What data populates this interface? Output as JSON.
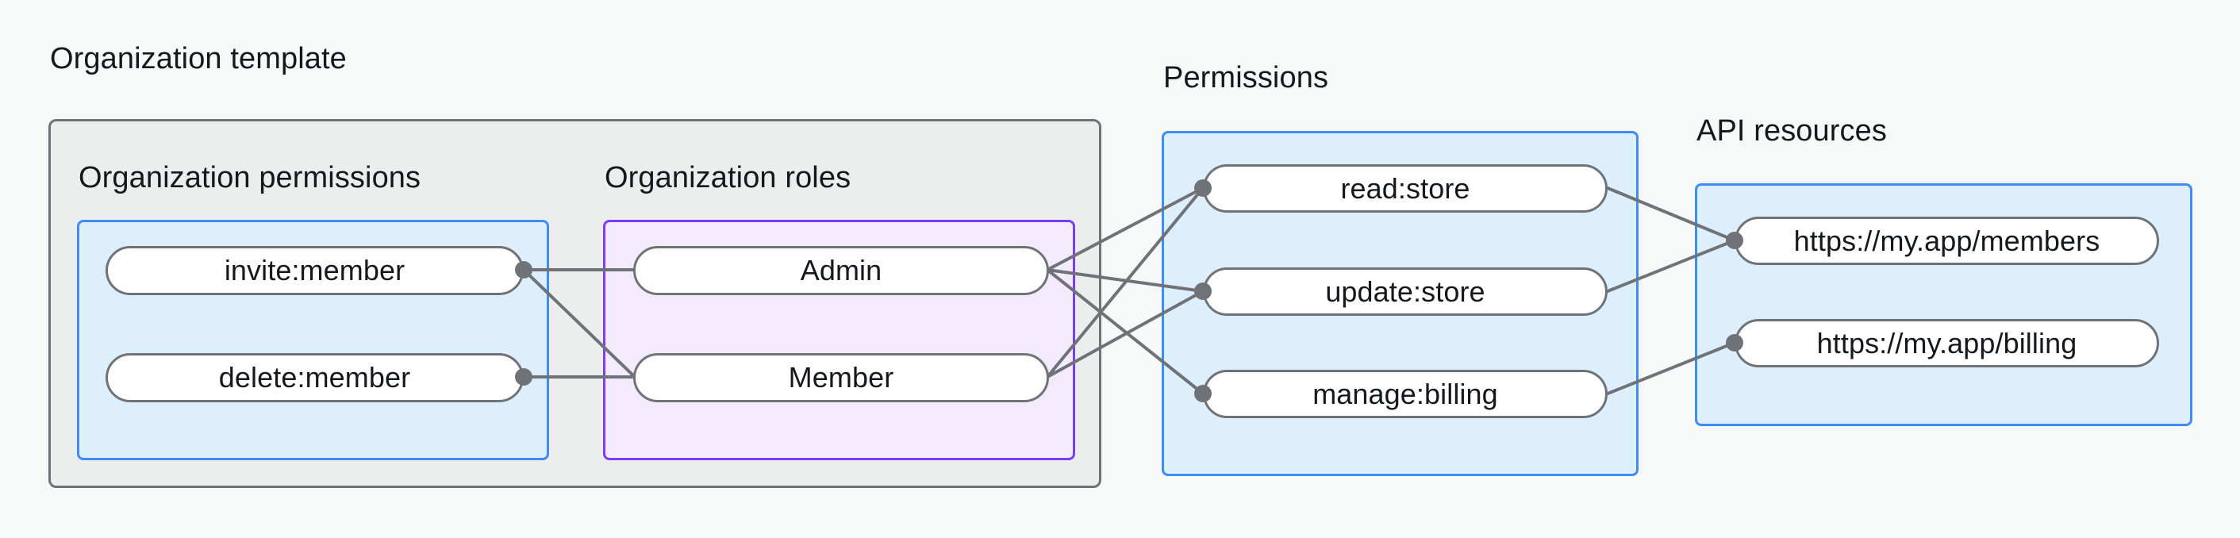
{
  "diagram": {
    "type": "relationship-diagram",
    "background_color": "#f7f8f8",
    "colors": {
      "outer_group_fill": "#eceeed",
      "outer_group_border": "#6f7378",
      "blue_group_fill": "#ddeefc",
      "blue_group_border": "#3f8df4",
      "purple_group_fill": "#f3eafb",
      "purple_group_border": "#7a3ff4",
      "node_fill": "#ffffff",
      "node_border": "#6f7378",
      "edge_line": "#6f7378",
      "text": "#16181d"
    }
  },
  "groups": {
    "organization_template": {
      "title": "Organization template",
      "subgroups": {
        "organization_permissions": {
          "title": "Organization permissions",
          "nodes": [
            {
              "label": "invite:member"
            },
            {
              "label": "delete:member"
            }
          ]
        },
        "organization_roles": {
          "title": "Organization roles",
          "nodes": [
            {
              "label": "Admin"
            },
            {
              "label": "Member"
            }
          ]
        }
      }
    },
    "permissions": {
      "title": "Permissions",
      "nodes": [
        {
          "label": "read:store"
        },
        {
          "label": "update:store"
        },
        {
          "label": "manage:billing"
        }
      ]
    },
    "api_resources": {
      "title": "API resources",
      "nodes": [
        {
          "label": "https://my.app/members"
        },
        {
          "label": "https://my.app/billing"
        }
      ]
    }
  },
  "edges": [
    {
      "from": "invite:member",
      "to": "Admin"
    },
    {
      "from": "invite:member",
      "to": "Member"
    },
    {
      "from": "delete:member",
      "to": "Member"
    },
    {
      "from": "Admin",
      "to": "read:store"
    },
    {
      "from": "Admin",
      "to": "update:store"
    },
    {
      "from": "Admin",
      "to": "manage:billing"
    },
    {
      "from": "Member",
      "to": "read:store"
    },
    {
      "from": "Member",
      "to": "update:store"
    },
    {
      "from": "read:store",
      "to": "https://my.app/members"
    },
    {
      "from": "update:store",
      "to": "https://my.app/members"
    },
    {
      "from": "manage:billing",
      "to": "https://my.app/billing"
    }
  ]
}
